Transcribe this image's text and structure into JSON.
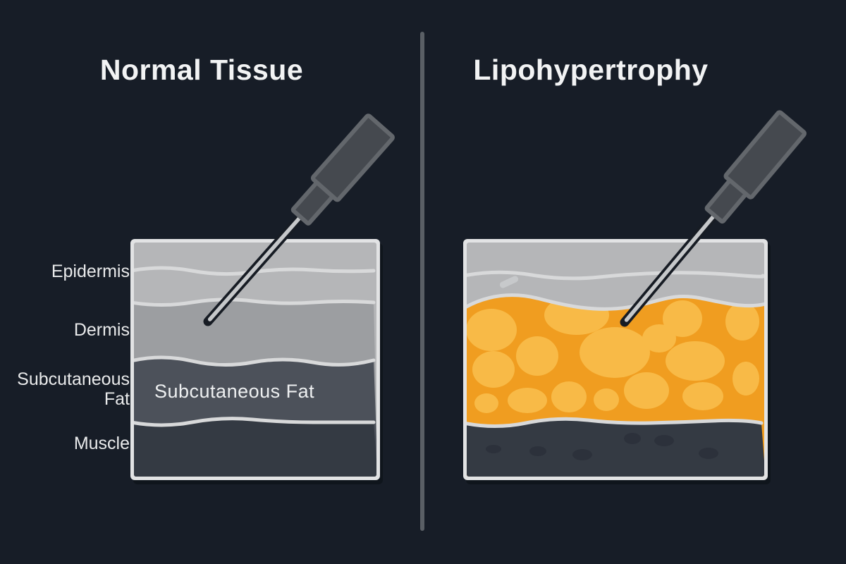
{
  "left": {
    "title": "Normal Tissue",
    "labels": {
      "epidermis": "Epidermis",
      "dermis": "Dermis",
      "subcutaneous": "Subcutaneous Fat",
      "muscle": "Muscle"
    },
    "inner_label": "Subcutaneous Fat"
  },
  "right": {
    "title": "Lipohypertrophy"
  },
  "colors": {
    "background": "#171d27",
    "divider": "#5a5f65",
    "title_text": "#f2f3f4",
    "label_text": "#e9eaeb",
    "block_border": "#e2e3e4",
    "wavy_outline": "#d8d9da",
    "epidermis": "#b5b6b8",
    "dermis": "#9c9ea1",
    "subcutaneous_fat": "#4c515a",
    "muscle": "#343a43",
    "muscle_spot": "#2c313b",
    "fat_base": "#f09d20",
    "fat_cell": "#f8ba47",
    "skin_dash": "#c7c9cb",
    "needle_body": "#45494f",
    "needle_outline": "#63676c",
    "needle_shaft": "#c6c8ca",
    "needle_shaft_outline": "#171c24"
  }
}
